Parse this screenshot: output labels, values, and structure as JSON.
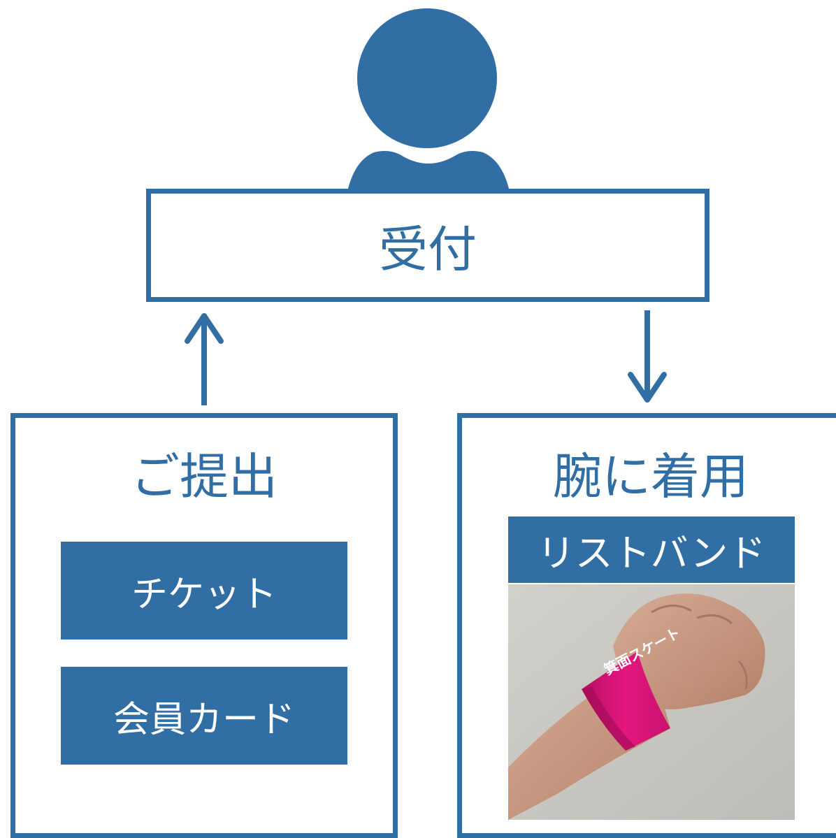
{
  "colors": {
    "accent": "#306ea3",
    "background": "#ffffff",
    "wristband": "#e5177e",
    "photo_background": "#c9c7c2",
    "skin": "#c99a84"
  },
  "person": {
    "icon": "person-icon"
  },
  "reception": {
    "label": "受付"
  },
  "arrows": {
    "up_icon": "arrow-up-icon",
    "down_icon": "arrow-down-icon"
  },
  "submit_panel": {
    "title": "ご提出",
    "items": [
      {
        "label": "チケット"
      },
      {
        "label": "会員カード"
      }
    ]
  },
  "wear_panel": {
    "title": "腕に着用",
    "item": {
      "label": "リストバンド"
    },
    "photo": {
      "subject": "wrist-with-wristband-photo",
      "band_text": "箕面スケート"
    }
  }
}
